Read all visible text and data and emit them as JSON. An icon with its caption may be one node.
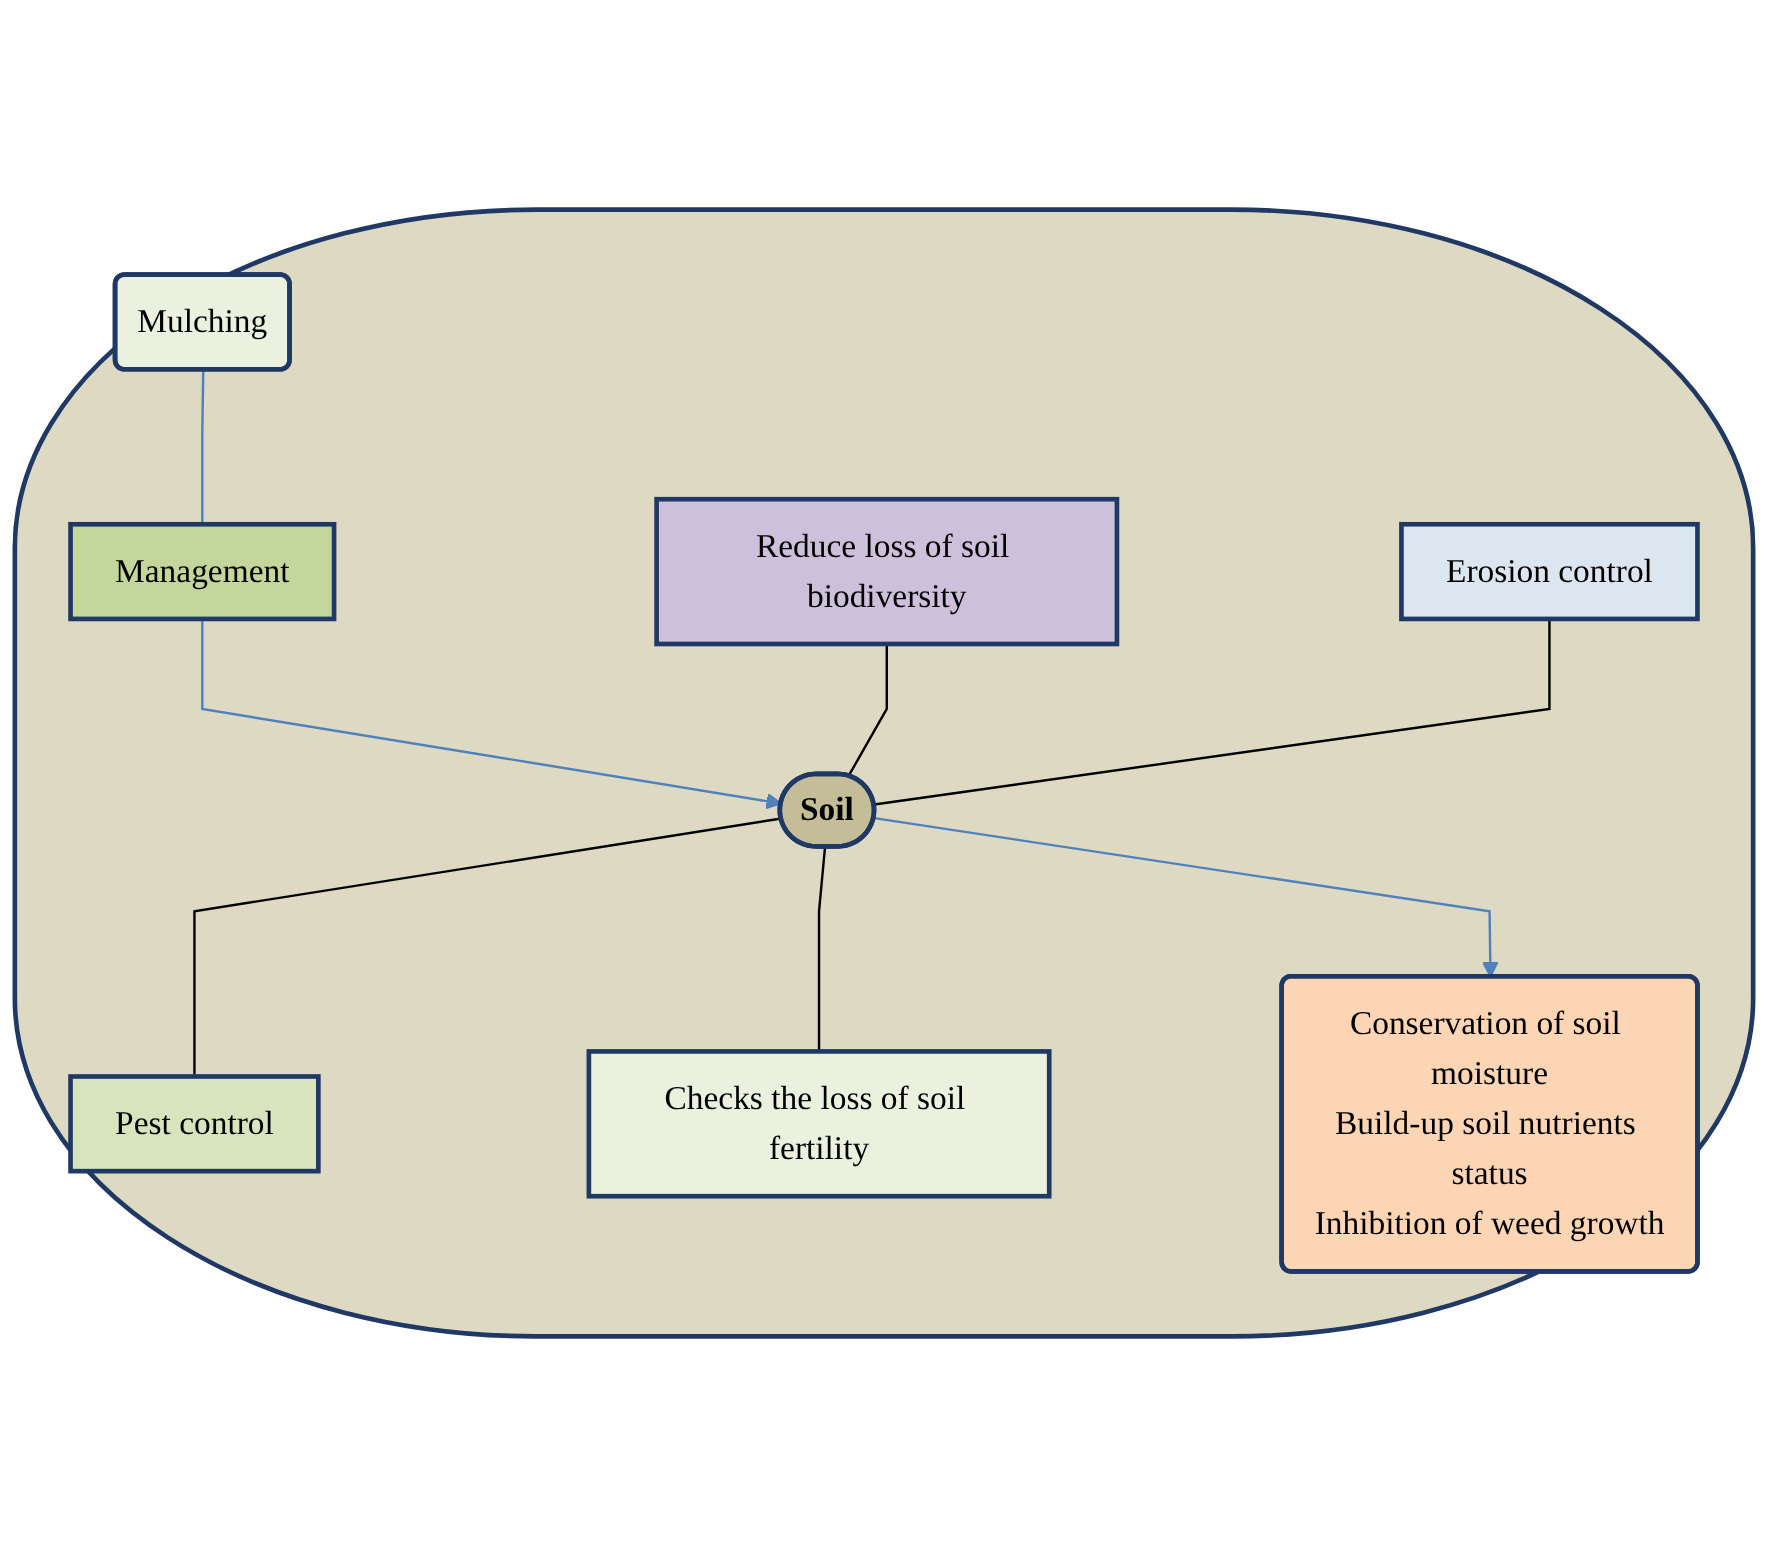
{
  "diagram": {
    "nodes": [
      {
        "text": [],
        "shape": "ellipse"
      },
      {
        "text": [
          "Mulching"
        ],
        "in": 0
      },
      {
        "text": [
          "Management"
        ],
        "in": 0
      },
      {
        "text": [
          "Reduce loss of soil biodiversity"
        ],
        "in": 0
      },
      {
        "text": [
          "Erosion control"
        ],
        "in": 0
      },
      {
        "text": [
          "Soil"
        ],
        "in": 0
      },
      {
        "text": [
          "Pest control"
        ],
        "in": 0
      },
      {
        "text": [
          "Checks the loss of soil fertility"
        ],
        "in": 0
      },
      {
        "text": [
          "Conservation of soil moisture",
          "Build-up soil nutrients status",
          "Inhibition of weed growth"
        ],
        "in": 0
      }
    ],
    "edges": [
      {
        "from": 1,
        "to": 2,
        "arrow": "none",
        "color": "#4f81bd"
      },
      {
        "from": 2,
        "to": 5,
        "arrow": "to",
        "color": "#4f81bd"
      },
      {
        "from": 3,
        "to": 5,
        "arrow": "none"
      },
      {
        "from": 4,
        "to": 5,
        "arrow": "none"
      },
      {
        "from": 5,
        "to": 6,
        "arrow": "none"
      },
      {
        "from": 5,
        "to": 7,
        "arrow": "none"
      },
      {
        "from": 5,
        "to": 8,
        "arrow": "to",
        "color": "#4f81bd"
      }
    ]
  }
}
